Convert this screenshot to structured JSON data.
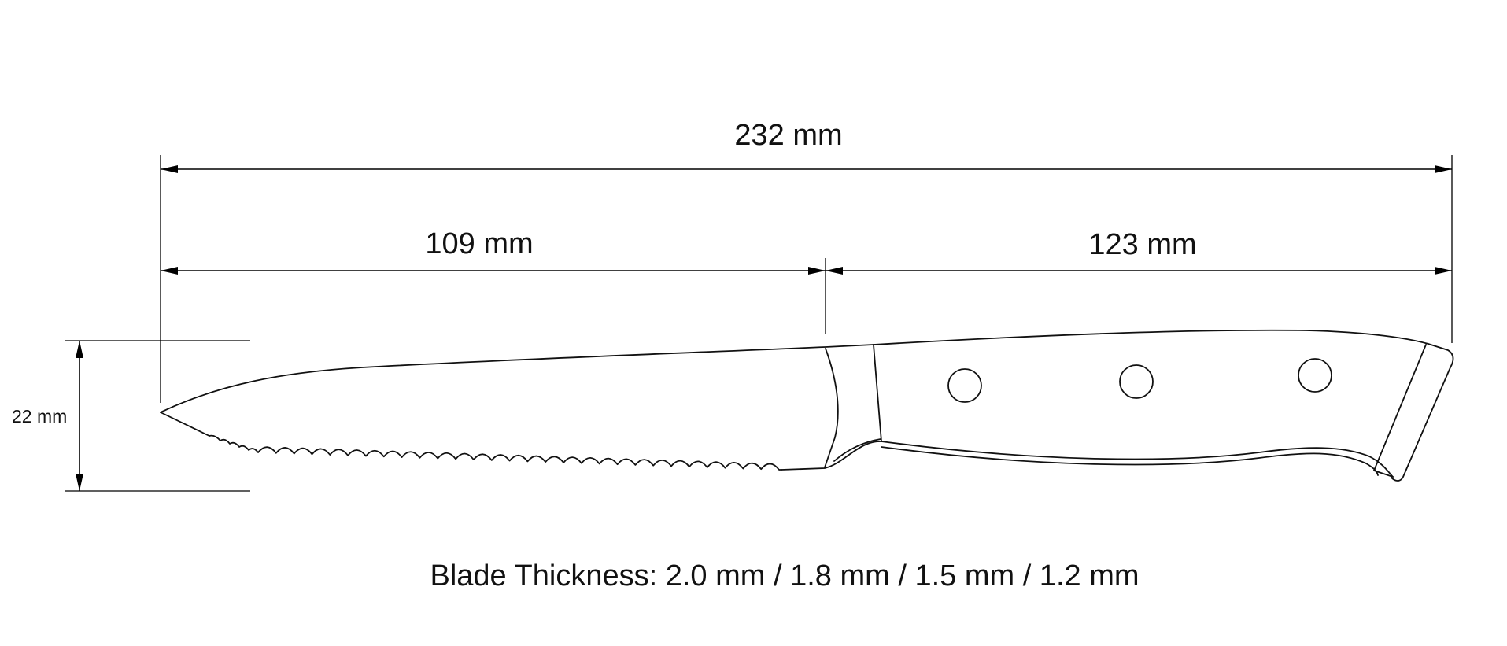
{
  "dimensions": {
    "overall_length": "232 mm",
    "blade_length": "109 mm",
    "handle_length": "123 mm",
    "blade_height": "22 mm"
  },
  "footer": {
    "blade_thickness": "Blade Thickness: 2.0 mm / 1.8 mm / 1.5 mm / 1.2 mm"
  }
}
